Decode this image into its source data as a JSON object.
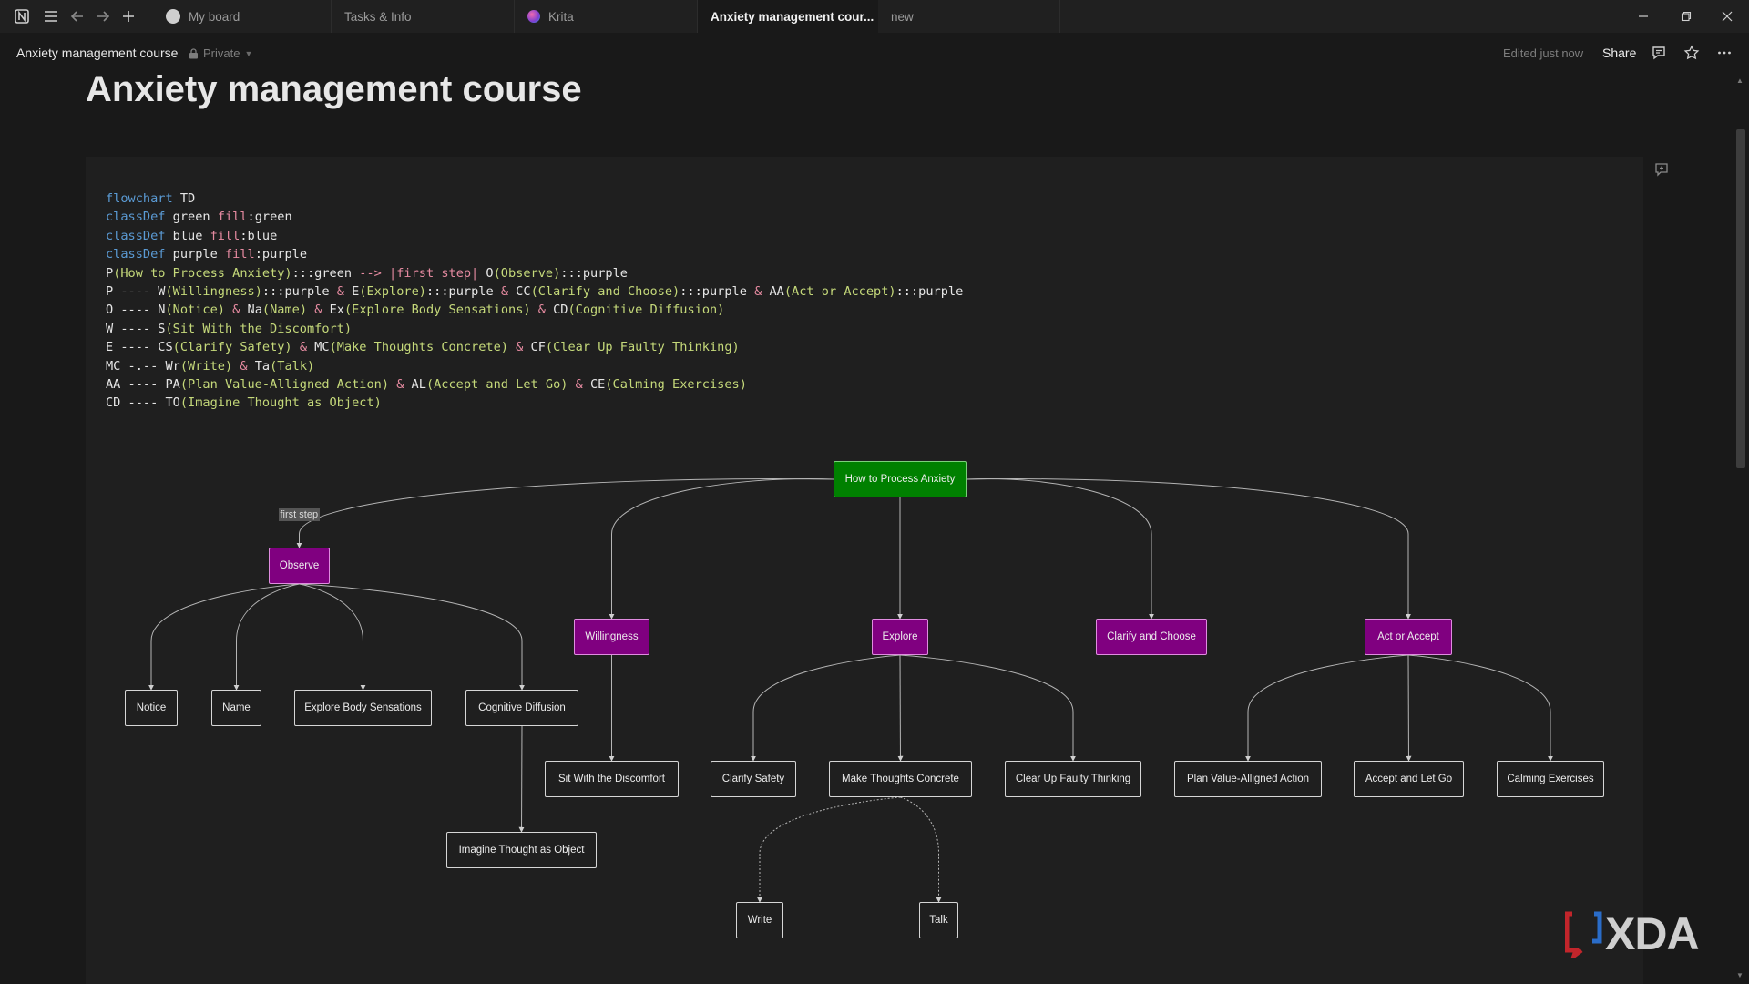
{
  "tabs": [
    {
      "label": "My board",
      "active": false
    },
    {
      "label": "Tasks & Info",
      "active": false
    },
    {
      "label": "Krita",
      "active": false
    },
    {
      "label": "Anxiety management cour...",
      "active": true
    },
    {
      "label": "new",
      "active": false
    }
  ],
  "header": {
    "breadcrumb": "Anxiety management course",
    "privacy": "Private",
    "edited": "Edited just now",
    "share": "Share"
  },
  "page": {
    "title": "Anxiety management course"
  },
  "code": {
    "lines": [
      "flowchart TD",
      "classDef green fill:green",
      "classDef blue fill:blue",
      "classDef purple fill:purple",
      "P(How to Process Anxiety):::green --> |first step| O(Observe):::purple",
      "P ---- W(Willingness):::purple & E(Explore):::purple & CC(Clarify and Choose):::purple & AA(Act or Accept):::purple",
      "O ---- N(Notice) & Na(Name) & Ex(Explore Body Sensations) & CD(Cognitive Diffusion)",
      "W ---- S(Sit With the Discomfort)",
      "E ---- CS(Clarify Safety) & MC(Make Thoughts Concrete) & CF(Clear Up Faulty Thinking)",
      "MC -.-- Wr(Write) & Ta(Talk)",
      "AA ---- PA(Plan Value-Alligned Action) & AL(Accept and Let Go) & CE(Calming Exercises)",
      "CD ---- TO(Imagine Thought as Object)"
    ]
  },
  "diagram": {
    "nodes": {
      "P": {
        "label": "How to Process Anxiety",
        "class": "green"
      },
      "O": {
        "label": "Observe",
        "class": "purple"
      },
      "W": {
        "label": "Willingness",
        "class": "purple"
      },
      "E": {
        "label": "Explore",
        "class": "purple"
      },
      "CC": {
        "label": "Clarify and Choose",
        "class": "purple"
      },
      "AA": {
        "label": "Act or Accept",
        "class": "purple"
      },
      "N": {
        "label": "Notice",
        "class": ""
      },
      "Na": {
        "label": "Name",
        "class": ""
      },
      "Ex": {
        "label": "Explore Body Sensations",
        "class": ""
      },
      "CD": {
        "label": "Cognitive Diffusion",
        "class": ""
      },
      "S": {
        "label": "Sit With the Discomfort",
        "class": ""
      },
      "CS": {
        "label": "Clarify Safety",
        "class": ""
      },
      "MC": {
        "label": "Make Thoughts Concrete",
        "class": ""
      },
      "CF": {
        "label": "Clear Up Faulty Thinking",
        "class": ""
      },
      "PA": {
        "label": "Plan Value-Alligned Action",
        "class": ""
      },
      "AL": {
        "label": "Accept and Let Go",
        "class": ""
      },
      "CE": {
        "label": "Calming Exercises",
        "class": ""
      },
      "TO": {
        "label": "Imagine Thought as Object",
        "class": ""
      },
      "Wr": {
        "label": "Write",
        "class": ""
      },
      "Ta": {
        "label": "Talk",
        "class": ""
      }
    },
    "edges": [
      {
        "from": "P",
        "to": "O",
        "label": "first step",
        "style": "solid"
      },
      {
        "from": "P",
        "to": "W",
        "style": "solid"
      },
      {
        "from": "P",
        "to": "E",
        "style": "solid"
      },
      {
        "from": "P",
        "to": "CC",
        "style": "solid"
      },
      {
        "from": "P",
        "to": "AA",
        "style": "solid"
      },
      {
        "from": "O",
        "to": "N",
        "style": "solid"
      },
      {
        "from": "O",
        "to": "Na",
        "style": "solid"
      },
      {
        "from": "O",
        "to": "Ex",
        "style": "solid"
      },
      {
        "from": "O",
        "to": "CD",
        "style": "solid"
      },
      {
        "from": "W",
        "to": "S",
        "style": "solid"
      },
      {
        "from": "E",
        "to": "CS",
        "style": "solid"
      },
      {
        "from": "E",
        "to": "MC",
        "style": "solid"
      },
      {
        "from": "E",
        "to": "CF",
        "style": "solid"
      },
      {
        "from": "MC",
        "to": "Wr",
        "style": "dotted"
      },
      {
        "from": "MC",
        "to": "Ta",
        "style": "dotted"
      },
      {
        "from": "AA",
        "to": "PA",
        "style": "solid"
      },
      {
        "from": "AA",
        "to": "AL",
        "style": "solid"
      },
      {
        "from": "AA",
        "to": "CE",
        "style": "solid"
      },
      {
        "from": "CD",
        "to": "TO",
        "style": "solid"
      }
    ]
  },
  "colors": {
    "green": "#008000",
    "purple": "#800080",
    "background": "#191919"
  },
  "watermark": "XDA"
}
